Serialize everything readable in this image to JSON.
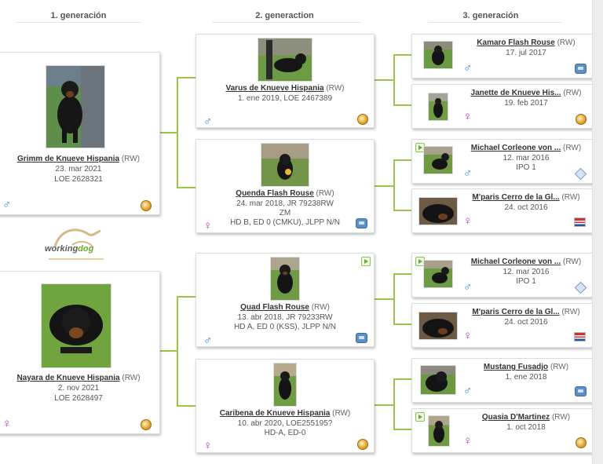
{
  "headers": {
    "gen1": "1. generación",
    "gen2": "2. generaction",
    "gen3": "3. generación"
  },
  "logo": {
    "text_a": "working",
    "text_b": "dog"
  },
  "gen1": [
    {
      "name": "Grimm de Knueve Hispania",
      "reg": "(RW)",
      "date": "23. mar 2021",
      "info": "LOE 2628321",
      "sex": "♂",
      "icon": "medal-icon"
    },
    {
      "name": "Nayara de Knueve Hispania",
      "reg": "(RW)",
      "date": "2. nov 2021",
      "info": "LOE 2628497",
      "sex": "♀",
      "icon": "medal-icon"
    }
  ],
  "gen2": [
    {
      "name": "Varus de Knueve Hispania",
      "reg": "(RW)",
      "line1": "1. ene 2019, LOE 2467389",
      "sex": "♂",
      "icon": "medal-icon"
    },
    {
      "name": "Quenda Flash Rouse",
      "reg": "(RW)",
      "line1": "24. mar 2018, JR 79238RW",
      "line2": "ZM",
      "line3": "HD B, ED 0 (CMKU), JLPP N/N",
      "sex": "♀",
      "icon": "registry-badge-icon"
    },
    {
      "name": "Quad Flash Rouse",
      "reg": "(RW)",
      "line1": "13. abr 2018, JR 79233RW",
      "line2": "HD A, ED 0 (KSS), JLPP N/N",
      "sex": "♂",
      "icon": "registry-badge-icon"
    },
    {
      "name": "Caribena de Knueve Hispania",
      "reg": "(RW)",
      "line1": "10. abr 2020, LOE255195?",
      "line2": "HD-A, ED-0",
      "sex": "♀",
      "icon": "medal-icon"
    }
  ],
  "gen3": [
    {
      "name": "Kamaro Flash Rouse",
      "reg": "(RW)",
      "line1": "17. jul 2017",
      "sex": "♂",
      "icon": "registry-badge-icon"
    },
    {
      "name": "Janette de Knueve His...",
      "reg": "(RW)",
      "line1": "19. feb 2017",
      "sex": "♀",
      "icon": "medal-icon"
    },
    {
      "name": "Michael Corleone von ...",
      "reg": "(RW)",
      "line1": "12. mar 2016",
      "line2": "IPO 1",
      "sex": "♂",
      "icon": "diamond-badge-icon"
    },
    {
      "name": "M'paris Cerro de la Gl...",
      "reg": "(RW)",
      "line1": "24. oct 2016",
      "sex": "♀",
      "icon": "flag-icon"
    },
    {
      "name": "Michael Corleone von ...",
      "reg": "(RW)",
      "line1": "12. mar 2016",
      "line2": "IPO 1",
      "sex": "♂",
      "icon": "diamond-badge-icon"
    },
    {
      "name": "M'paris Cerro de la Gl...",
      "reg": "(RW)",
      "line1": "24. oct 2016",
      "sex": "♀",
      "icon": "flag-icon"
    },
    {
      "name": "Mustang Fusadjo",
      "reg": "(RW)",
      "line1": "1. ene 2018",
      "sex": "♂",
      "icon": "registry-badge-icon"
    },
    {
      "name": "Quasia D'Martinez",
      "reg": "(RW)",
      "line1": "1. oct 2018",
      "sex": "♀",
      "icon": "medal-icon"
    }
  ],
  "colors": {
    "male": "#2a86c5",
    "female": "#a23ea9",
    "connector": "#9cc44a"
  }
}
